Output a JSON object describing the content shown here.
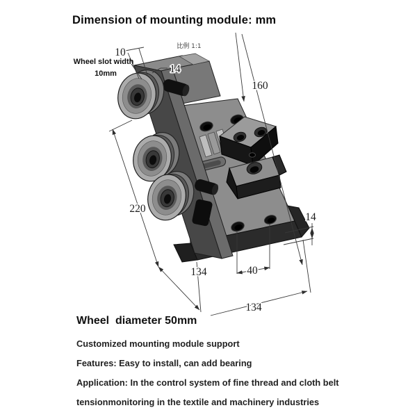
{
  "title": "Dimension of mounting module: mm",
  "drawing": {
    "scale_label": "比例 1:1",
    "callouts": {
      "wheel_slot_line1": "Wheel slot width",
      "wheel_slot_line2": "10mm"
    },
    "dimensions": {
      "slot_width": "10",
      "plate_thickness_top": "14",
      "height": "160",
      "plate_length": "220",
      "base_depth": "134",
      "hole_spacing": "40",
      "base_width": "134",
      "base_thickness": "14"
    },
    "colors": {
      "dimension_line": "#383838",
      "metal_light": "#ababab",
      "metal_mid": "#8d8d8d",
      "metal_plate": "#474747",
      "metal_shadow": "#2b2b2b",
      "black_parts": "#101010",
      "background": "#ffffff"
    }
  },
  "details": {
    "heading": "Wheel  diameter 50mm",
    "lines": [
      "Customized mounting module support",
      "Features: Easy to install, can add bearing",
      "Application: In the control system of fine thread and cloth belt",
      "tensionmonitoring in the textile and machinery industries"
    ]
  }
}
